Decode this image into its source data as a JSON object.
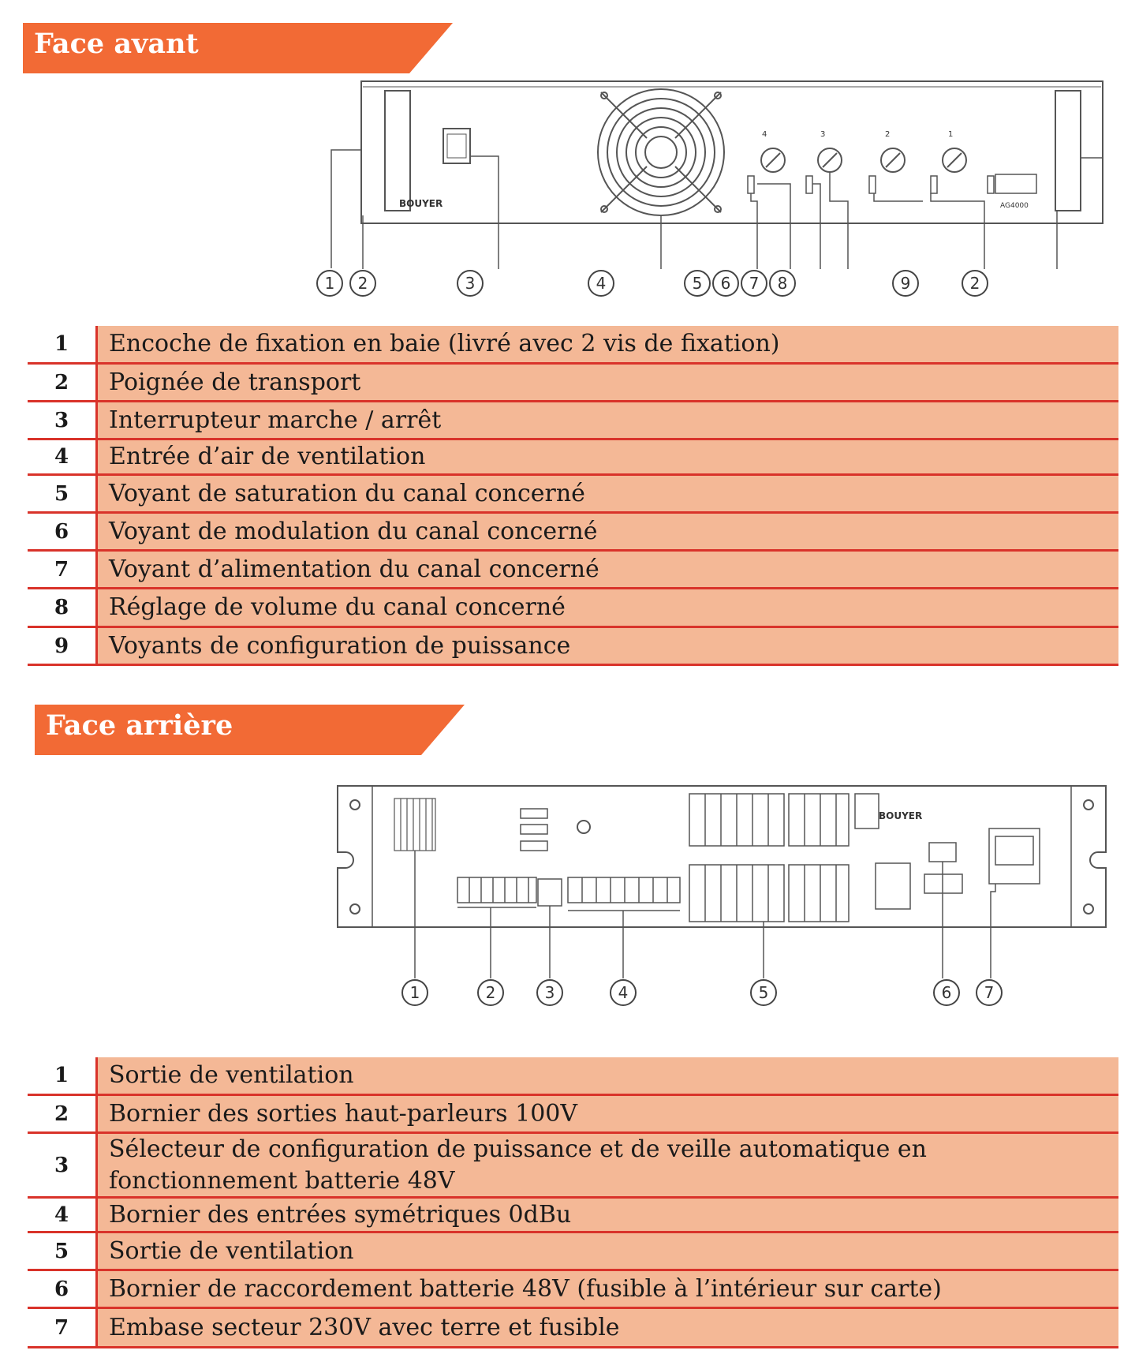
{
  "colors": {
    "banner": "#f26a35",
    "row_fill": "#f4b896",
    "rule": "#d9332a"
  },
  "front": {
    "heading": "Face avant",
    "device": {
      "brand": "BOUYER",
      "model": "AG4000",
      "knob_labels": [
        "4",
        "3",
        "2",
        "1"
      ]
    },
    "callouts": [
      "1",
      "2",
      "3",
      "4",
      "5",
      "6",
      "7",
      "8",
      "9",
      "2"
    ],
    "items": [
      {
        "num": "1",
        "text": "Encoche de fixation en baie (livré avec 2 vis de fixation)"
      },
      {
        "num": "2",
        "text": "Poignée de transport"
      },
      {
        "num": "3",
        "text": "Interrupteur marche / arrêt"
      },
      {
        "num": "4",
        "text": "Entrée d’air de ventilation"
      },
      {
        "num": "5",
        "text": "Voyant de saturation du canal concerné"
      },
      {
        "num": "6",
        "text": "Voyant de modulation du canal concerné"
      },
      {
        "num": "7",
        "text": "Voyant d’alimentation du canal concerné"
      },
      {
        "num": "8",
        "text": "Réglage de volume  du canal concerné"
      },
      {
        "num": "9",
        "text": "Voyants de configuration de puissance"
      }
    ]
  },
  "rear": {
    "heading": "Face arrière",
    "device": {
      "brand": "BOUYER"
    },
    "callouts": [
      "1",
      "2",
      "3",
      "4",
      "5",
      "6",
      "7"
    ],
    "items": [
      {
        "num": "1",
        "text": "Sortie de ventilation"
      },
      {
        "num": "2",
        "text": "Bornier des sorties haut-parleurs 100V"
      },
      {
        "num": "3",
        "text": "Sélecteur de configuration de puissance et de veille automatique en fonctionnement batterie 48V"
      },
      {
        "num": "4",
        "text": "Bornier des entrées symétriques 0dBu"
      },
      {
        "num": "5",
        "text": "Sortie de ventilation"
      },
      {
        "num": "6",
        "text": "Bornier de raccordement batterie 48V (fusible à l’intérieur sur carte)"
      },
      {
        "num": "7",
        "text": "Embase secteur 230V avec terre et fusible"
      }
    ]
  }
}
